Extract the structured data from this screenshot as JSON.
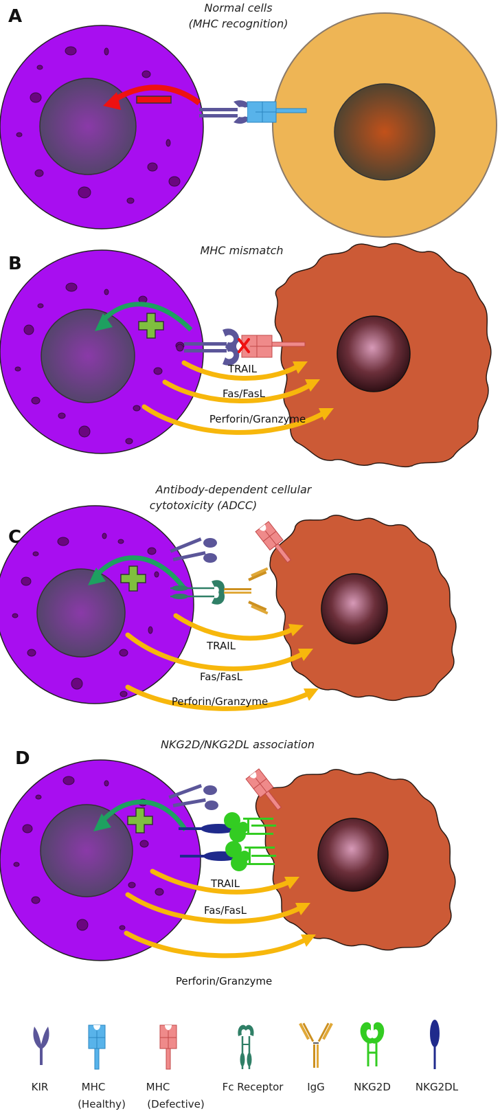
{
  "panels": [
    {
      "letter": "A",
      "title_lines": [
        "Normal cells",
        "(MHC recognition)"
      ],
      "signal": "−"
    },
    {
      "letter": "B",
      "title_lines": [
        "MHC mismatch"
      ],
      "signal": "+",
      "pathways": [
        "TRAIL",
        "Fas/FasL",
        "Perforin/Granzyme"
      ]
    },
    {
      "letter": "C",
      "title_lines": [
        "Antibody-dependent cellular",
        "cytotoxicity (ADCC)"
      ],
      "signal": "+",
      "pathways": [
        "TRAIL",
        "Fas/FasL",
        "Perforin/Granzyme"
      ]
    },
    {
      "letter": "D",
      "title_lines": [
        "NKG2D/NKG2DL association"
      ],
      "signal": "+",
      "pathways": [
        "TRAIL",
        "Fas/FasL",
        "Perforin/Granzyme"
      ]
    }
  ],
  "legend": [
    {
      "icon": "kir-icon",
      "lines": [
        "KIR"
      ]
    },
    {
      "icon": "mhc-healthy-icon",
      "lines": [
        "MHC",
        "(Healthy)"
      ]
    },
    {
      "icon": "mhc-defective-icon",
      "lines": [
        "MHC",
        "(Defective)"
      ]
    },
    {
      "icon": "fc-receptor-icon",
      "lines": [
        "Fc Receptor"
      ]
    },
    {
      "icon": "igg-icon",
      "lines": [
        "IgG"
      ]
    },
    {
      "icon": "nkg2d-icon",
      "lines": [
        "NKG2D"
      ]
    },
    {
      "icon": "nkg2dl-icon",
      "lines": [
        "NKG2DL"
      ]
    }
  ],
  "colors": {
    "nk_cell": "#a80ef0",
    "nk_nucleus": "#5c3a78",
    "normal_cell": "#eeb555",
    "tumor_cell": "#cc5a36",
    "pathway_arrow": "#f7b70c",
    "activation_arrow": "#1ea060",
    "inhibition_arrow": "#ee1111",
    "plus_sign": "#7fbf3f",
    "kir": "#5b5699",
    "mhc_healthy": "#3c9bd8",
    "mhc_defective": "#dd5c5c",
    "fc_receptor": "#2f7f66",
    "igg": "#cc9020",
    "nkg2d": "#33cc22",
    "nkg2dl": "#1f2a8c"
  }
}
